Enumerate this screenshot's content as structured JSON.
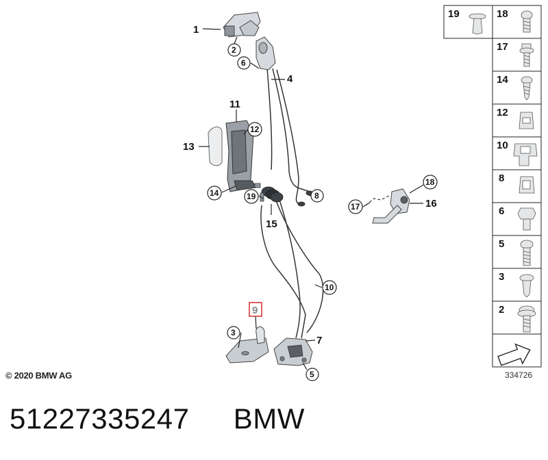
{
  "copyright": "© 2020 BMW AG",
  "part_number": "51227335247",
  "brand": "BMW",
  "diagram_ref": "334726",
  "callouts": [
    "1",
    "2",
    "3",
    "4",
    "5",
    "6",
    "7",
    "8",
    "9",
    "10",
    "11",
    "12",
    "13",
    "14",
    "15",
    "16",
    "17",
    "18",
    "19"
  ],
  "sidebar_parts": [
    "19",
    "18",
    "17",
    "14",
    "12",
    "10",
    "8",
    "6",
    "5",
    "3",
    "2"
  ],
  "highlight_color": "#d42a2a"
}
